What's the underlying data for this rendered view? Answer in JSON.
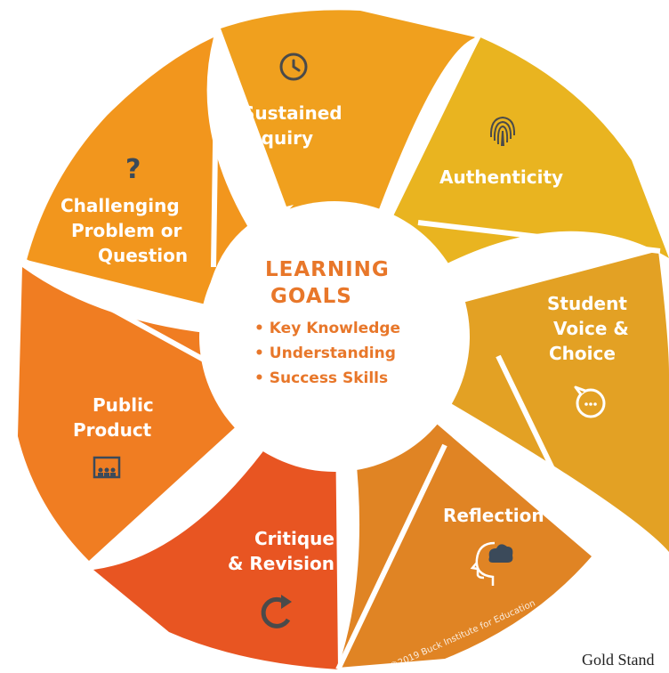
{
  "center": {
    "title_line1": "LEARNING",
    "title_line2": "GOALS",
    "items": [
      "• Key Knowledge",
      "• Understanding",
      "• Success Skills"
    ]
  },
  "segments": [
    {
      "id": "sustained-inquiry",
      "lines": [
        "Sustained",
        "Inquiry"
      ],
      "icon": "clock-icon",
      "color": "#f0a01e"
    },
    {
      "id": "authenticity",
      "lines": [
        "Authenticity"
      ],
      "icon": "fingerprint-icon",
      "color": "#e9b420"
    },
    {
      "id": "student-voice-choice",
      "lines": [
        "Student",
        "Voice &",
        "Choice"
      ],
      "icon": "speech-bubble-icon",
      "color": "#e3a124"
    },
    {
      "id": "reflection",
      "lines": [
        "Reflection"
      ],
      "icon": "head-cloud-icon",
      "color": "#e08424"
    },
    {
      "id": "critique-revision",
      "lines": [
        "Critique",
        "& Revision"
      ],
      "icon": "refresh-icon",
      "color": "#e85522"
    },
    {
      "id": "public-product",
      "lines": [
        "Public",
        "Product"
      ],
      "icon": "presentation-icon",
      "color": "#f07d22"
    },
    {
      "id": "challenging-problem",
      "lines": [
        "Challenging",
        "Problem or",
        "Question"
      ],
      "icon": "question-mark-icon",
      "color": "#f2961d"
    }
  ],
  "copyright": "©2019 Buck Institute for Education",
  "caption": "Gold Stand"
}
